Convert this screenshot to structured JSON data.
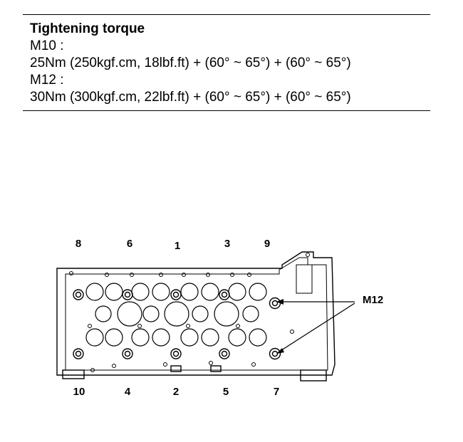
{
  "spec": {
    "title": "Tightening torque",
    "lines": [
      "M10 :",
      "25Nm (250kgf.cm, 18lbf.ft) + (60° ~ 65°) + (60° ~ 65°)",
      "M12 :",
      "30Nm (300kgf.cm, 22lbf.ft) + (60° ~ 65°) + (60° ~ 65°)"
    ]
  },
  "diagram": {
    "top_numbers": [
      "8",
      "6",
      "1",
      "3",
      "9"
    ],
    "bottom_numbers": [
      "10",
      "4",
      "2",
      "5",
      "7"
    ],
    "callout": "M12"
  }
}
